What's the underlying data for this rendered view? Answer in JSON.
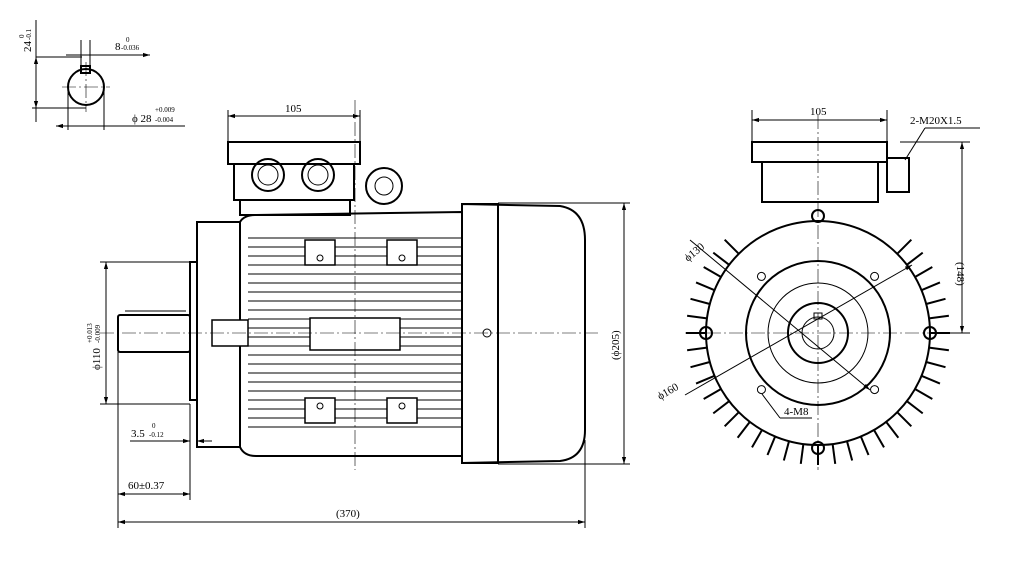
{
  "title": "Motor outline dimension drawing",
  "shaft_section": {
    "key_depth": {
      "nominal": "24",
      "upper": "0",
      "lower": "-0.1"
    },
    "key_width": {
      "nominal": "8",
      "upper": "0",
      "lower": "-0.036"
    },
    "shaft_diameter": {
      "nominal": "ϕ 28",
      "upper": "+0.009",
      "lower": "-0.004"
    }
  },
  "side_view": {
    "terminal_box_width": "105",
    "spigot_diameter": {
      "nominal": "ϕ110",
      "upper": "+0.013",
      "lower": "-0.009"
    },
    "flange_thickness": {
      "nominal": "3.5",
      "upper": "0",
      "lower": "-0.12"
    },
    "shaft_length": "60±0.37",
    "overall_length": "(370)",
    "overall_height": "(ϕ205)"
  },
  "front_view": {
    "terminal_box_width": "105",
    "cable_gland": "2-M20X1.5",
    "box_height": "(148)",
    "spigot_circle": "ϕ130",
    "pcd": "ϕ160",
    "holes": "4-M8"
  }
}
